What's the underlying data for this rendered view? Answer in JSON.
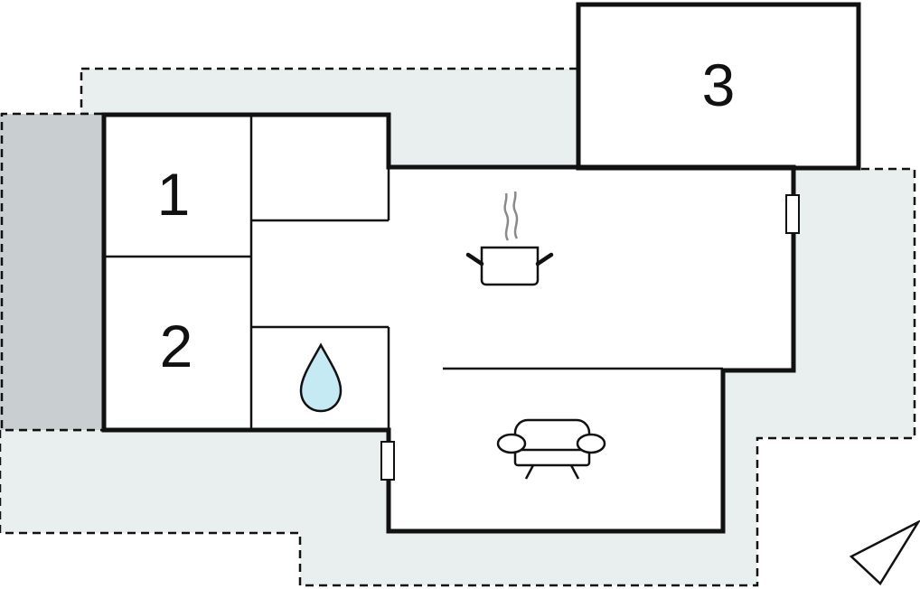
{
  "rooms": {
    "bedroom_1": {
      "label": "1"
    },
    "bedroom_2": {
      "label": "2"
    },
    "bedroom_3": {
      "label": "3"
    },
    "bathroom": {
      "icon": "water-drop-icon"
    },
    "kitchen": {
      "icon": "cooking-pot-icon"
    },
    "living_room": {
      "icon": "armchair-icon"
    }
  },
  "compass": {
    "icon": "north-arrow-icon"
  },
  "colors": {
    "wall": "#111111",
    "terrace": "#e9eeee",
    "dark_terrace": "#c9cfd0",
    "water": "#c6eaf4"
  }
}
